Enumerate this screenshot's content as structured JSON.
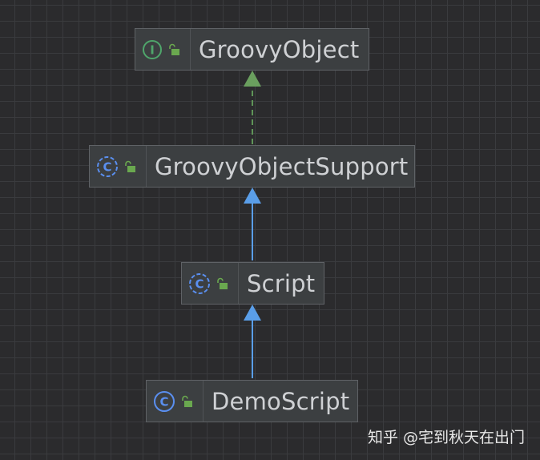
{
  "nodes": [
    {
      "id": "groovy-object",
      "label": "GroovyObject",
      "kind": "interface",
      "kind_letter": "I",
      "kind_color": "#4fa66b",
      "access_icon": "unlocked-lock-icon"
    },
    {
      "id": "groovy-object-support",
      "label": "GroovyObjectSupport",
      "kind": "class",
      "kind_letter": "C",
      "kind_color": "#5a8ff0",
      "access_icon": "unlocked-lock-icon"
    },
    {
      "id": "script",
      "label": "Script",
      "kind": "class",
      "kind_letter": "C",
      "kind_color": "#5a8ff0",
      "access_icon": "unlocked-lock-icon"
    },
    {
      "id": "demo-script",
      "label": "DemoScript",
      "kind": "class",
      "kind_letter": "C",
      "kind_color": "#5a8ff0",
      "access_icon": "unlocked-lock-icon"
    }
  ],
  "edges": [
    {
      "from": "groovy-object-support",
      "to": "groovy-object",
      "relation": "implements",
      "style": "dashed",
      "color": "#5f9458"
    },
    {
      "from": "script",
      "to": "groovy-object-support",
      "relation": "extends",
      "style": "solid",
      "color": "#5a9ee8"
    },
    {
      "from": "demo-script",
      "to": "script",
      "relation": "extends",
      "style": "solid",
      "color": "#5a9ee8"
    }
  ],
  "watermark": "知乎 @宅到秋天在出门",
  "colors": {
    "background": "#2b2b2d",
    "node_fill": "#3c3f41",
    "lock_green": "#6aa84f"
  }
}
